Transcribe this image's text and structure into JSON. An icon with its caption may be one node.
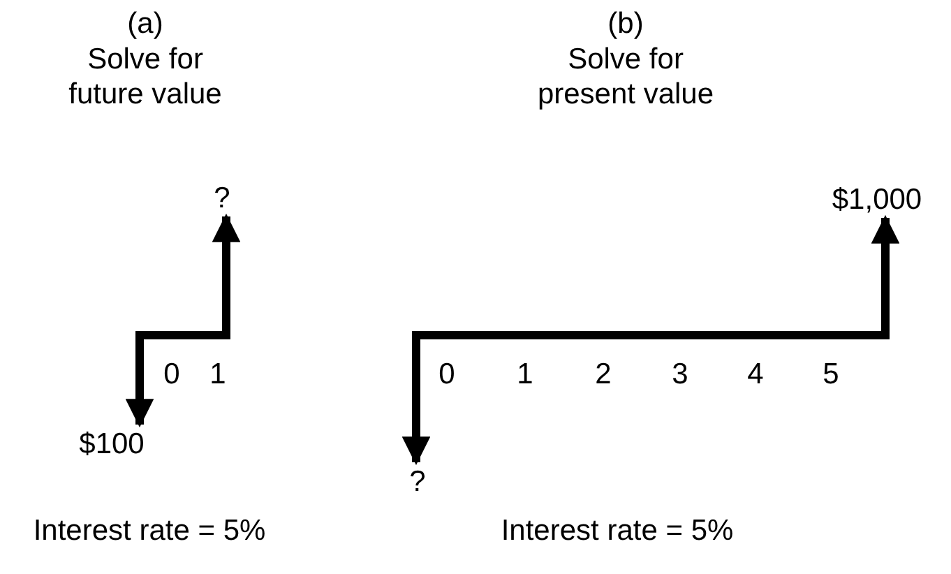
{
  "diagram": {
    "nodes": [
      {
        "text": [
          "?"
        ]
      },
      {
        "text": [
          "$100"
        ]
      },
      {
        "text": [
          "$1,000"
        ]
      },
      {
        "text": [
          "?"
        ]
      }
    ],
    "edges": [
      {
        "from": null,
        "to": 0,
        "arrow": "to"
      },
      {
        "from": null,
        "to": 1,
        "arrow": "to"
      },
      {
        "from": null,
        "to": 2,
        "arrow": "to"
      },
      {
        "from": null,
        "to": 3,
        "arrow": "to"
      }
    ],
    "labels": [
      "(a)",
      "Solve for future value",
      "(b)",
      "Solve for present value",
      "0",
      "1",
      "0",
      "1",
      "2",
      "3",
      "4",
      "5",
      "Interest rate = 5%",
      "Interest rate = 5%"
    ]
  }
}
